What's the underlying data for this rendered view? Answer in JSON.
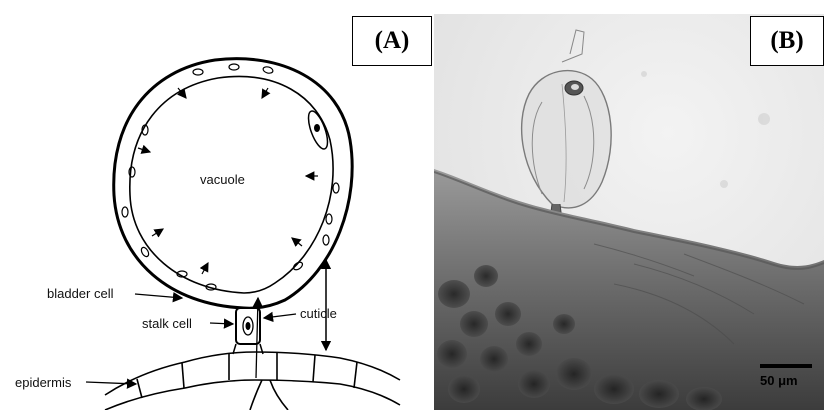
{
  "panels": {
    "a": {
      "label": "(A)"
    },
    "b": {
      "label": "(B)"
    }
  },
  "diagram": {
    "labels": {
      "vacuole": "vacuole",
      "bladder_cell": "bladder cell",
      "stalk_cell": "stalk cell",
      "cuticle": "cuticle",
      "epidermis": "epidermis"
    }
  },
  "micrograph": {
    "scale_bar": "50 μm"
  }
}
